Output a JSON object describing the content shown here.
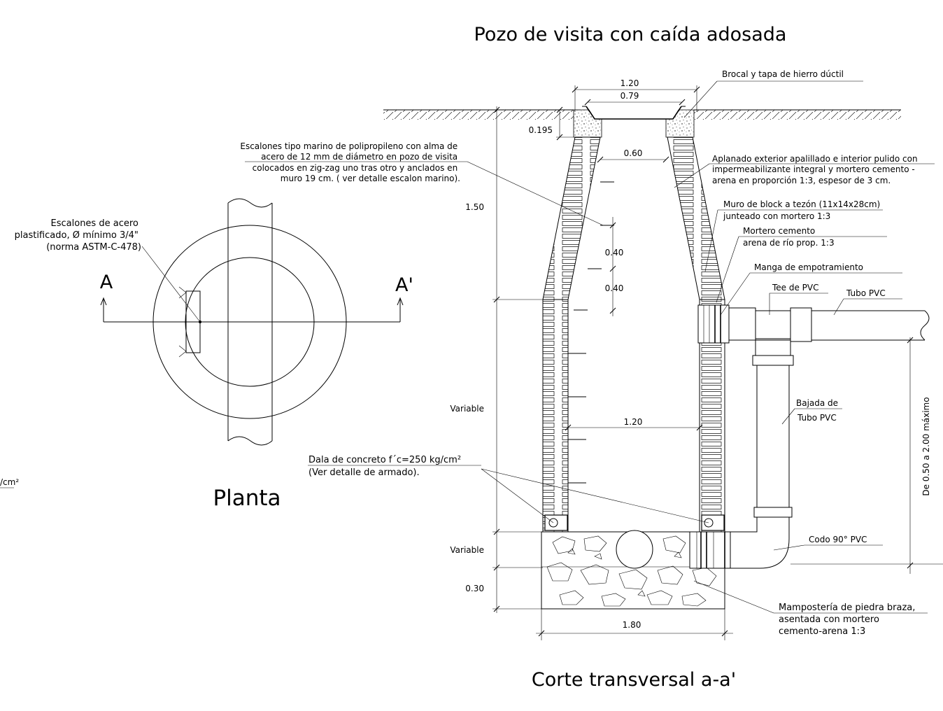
{
  "titles": {
    "main": "Pozo de visita con caída adosada",
    "plan": "Planta",
    "section": "Corte transversal a-a'"
  },
  "plan": {
    "label_a": "A",
    "label_a_prime": "A'",
    "note_steps": [
      "Escalones de acero",
      "plastificado, Ø mínimo 3/4\"",
      "(norma ASTM-C-478)"
    ]
  },
  "section_notes": {
    "brocal": "Brocal y tapa  de hierro dúctil",
    "escalones": [
      "Escalones tipo marino de polipropileno con alma de",
      "acero de 12 mm de diámetro en pozo de visita",
      "colocados en zig-zag uno tras otro y anclados en",
      "muro 19 cm. ( ver detalle escalon marino)."
    ],
    "aplanado": [
      "Aplanado exterior apalillado e interior pulido con",
      "impermeabilizante integral y mortero cemento -",
      "arena en proporción 1:3, espesor de  3 cm."
    ],
    "muro": [
      "Muro de block a tezón (11x14x28cm)",
      "junteado con mortero 1:3"
    ],
    "mortero": [
      "Mortero cemento",
      "arena de río prop. 1:3"
    ],
    "manga": "Manga de empotramiento",
    "tee": "Tee de PVC",
    "tubo": "Tubo PVC",
    "bajada": [
      "Bajada de",
      "Tubo PVC"
    ],
    "codo": "Codo 90° PVC",
    "dala": [
      "Dala de concreto f´c=250 kg/cm²",
      "(Ver detalle de armado)."
    ],
    "mamposteria": [
      "Mampostería de piedra braza,",
      "asentada con mortero",
      "cemento-arena 1:3"
    ],
    "edge_fragment": "/cm²"
  },
  "dimensions": {
    "top_outer": "1.20",
    "top_inner": "0.79",
    "brocal_h": "0.195",
    "neck": "0.60",
    "cone_h": "1.50",
    "step1": "0.40",
    "step2": "0.40",
    "body_h": "Variable",
    "inner_w": "1.20",
    "base_h": "Variable",
    "slab": "0.30",
    "base_w": "1.80",
    "drop": "De 0.50 a 2.00 máximo"
  }
}
